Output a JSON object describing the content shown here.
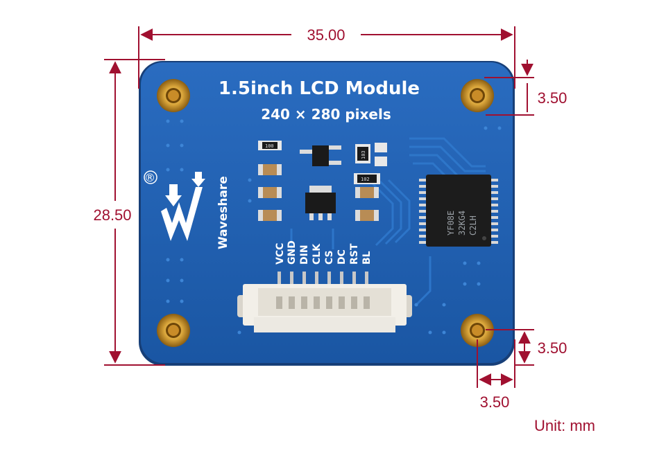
{
  "board": {
    "title": "1.5inch LCD Module",
    "subtitle": "240 × 280 pixels",
    "brand": "Waveshare",
    "registered_mark": "®",
    "pins": [
      "VCC",
      "GND",
      "DIN",
      "CLK",
      "CS",
      "DC",
      "RST",
      "BL"
    ],
    "chip_lines": [
      "YF08E",
      "32KG4",
      "C2LH"
    ],
    "resistor_codes": [
      "100",
      "103",
      "102"
    ],
    "colors": {
      "pcb": "#1f5fb0",
      "gold": "#d9a53a",
      "dimension": "#a01030"
    }
  },
  "dimensions": {
    "width": "35.00",
    "height": "28.50",
    "hole_top_right_vertical": "3.50",
    "hole_bottom_right_vertical": "3.50",
    "hole_bottom_right_horizontal": "3.50",
    "unit_label": "Unit: mm"
  }
}
